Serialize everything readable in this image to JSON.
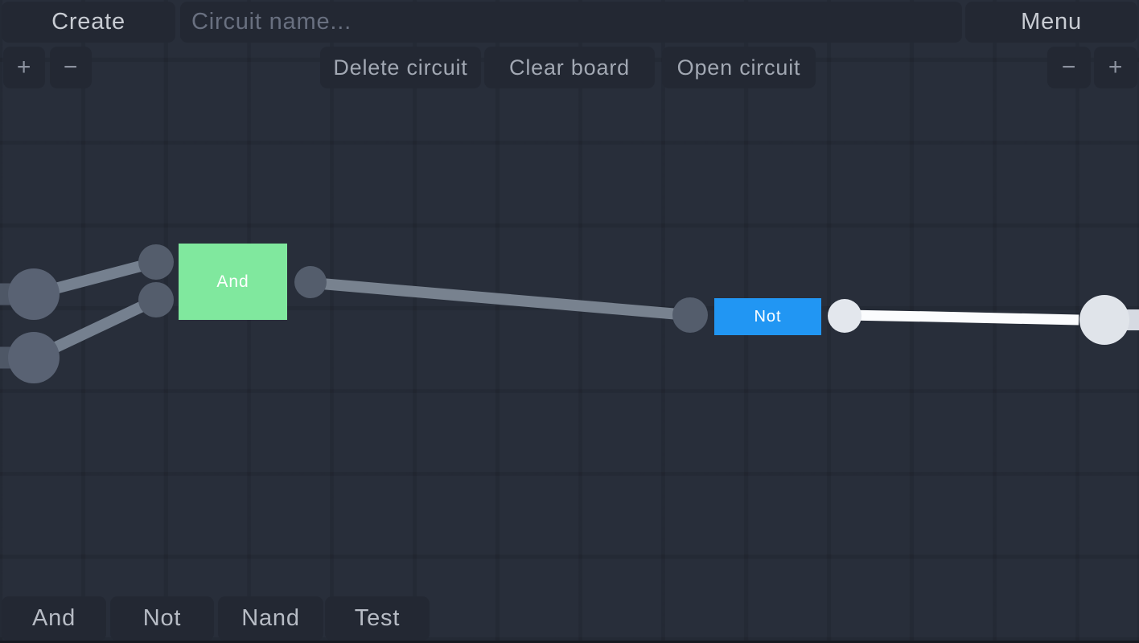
{
  "colors": {
    "background": "#282e3a",
    "panel_button": "#232833",
    "and_gate_fill": "#80e89e",
    "not_gate_fill": "#2196f3",
    "gate_label": "#ffffff",
    "wire_off": "#75808f",
    "wire_on": "#fbfcfe",
    "node_off": "#545d6c",
    "node_on": "#e3e7ed",
    "io_node_off": "#596273",
    "io_node_on": "#e0e4ea"
  },
  "topbar": {
    "create": "Create",
    "circuit_name_placeholder": "Circuit name...",
    "menu": "Menu",
    "delete_circuit": "Delete circuit",
    "clear_board": "Clear board",
    "open_circuit": "Open circuit",
    "zoom_in": "+",
    "zoom_out": "−"
  },
  "board": {
    "gates": [
      {
        "type": "and",
        "label": "And",
        "state": "off"
      },
      {
        "type": "not",
        "label": "Not",
        "state": "on"
      }
    ]
  },
  "palette": {
    "components": [
      {
        "label": "And"
      },
      {
        "label": "Not"
      },
      {
        "label": "Nand"
      },
      {
        "label": "Test"
      }
    ]
  }
}
